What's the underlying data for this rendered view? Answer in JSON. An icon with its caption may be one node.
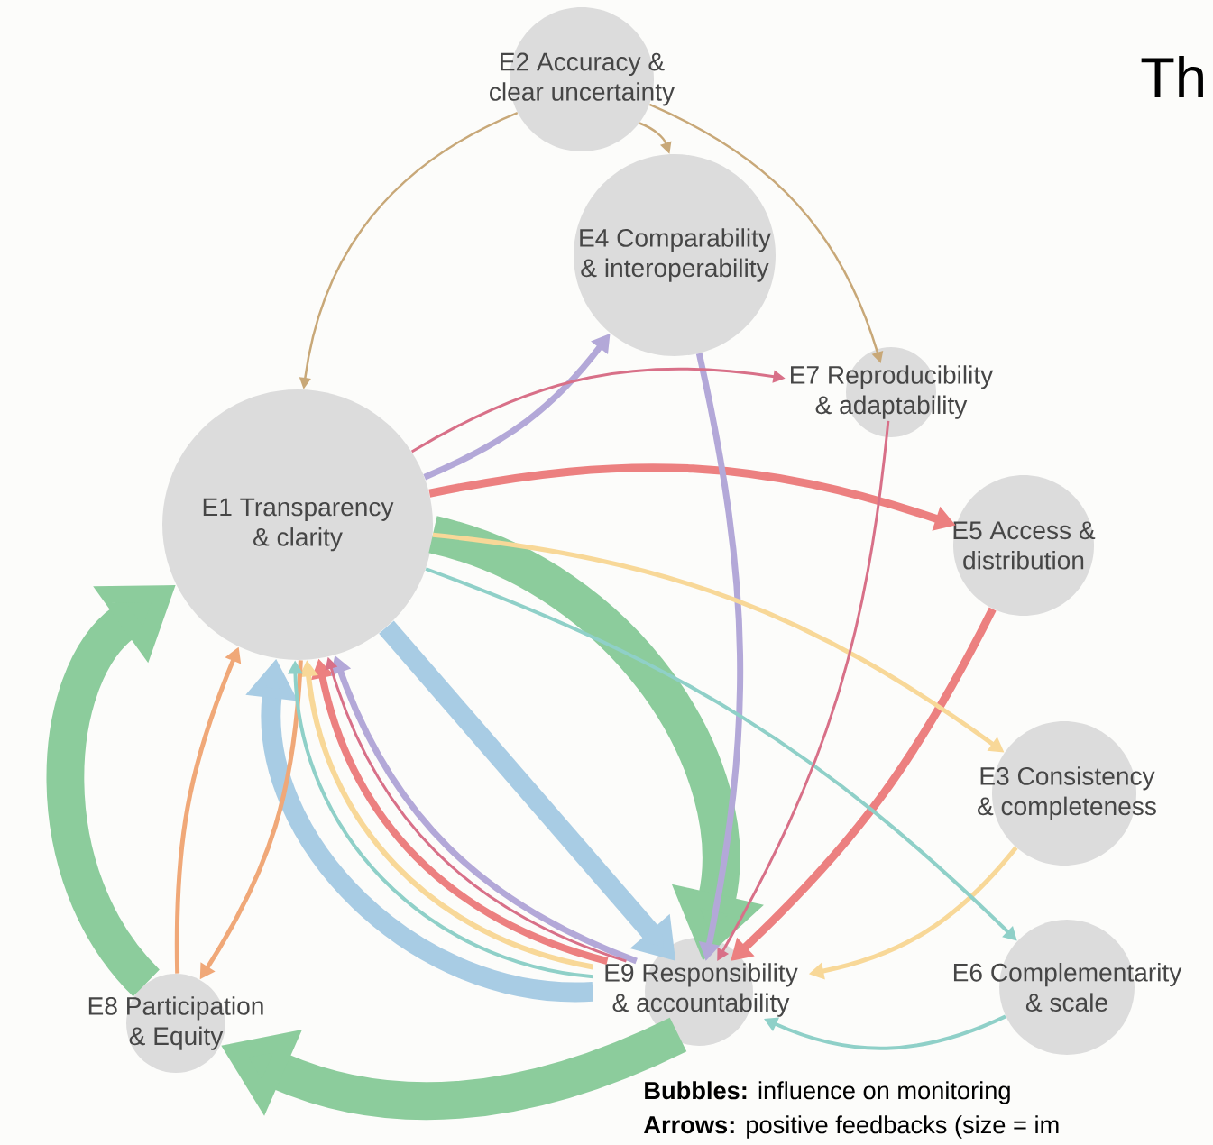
{
  "diagram": {
    "title": "Th",
    "nodes": [
      {
        "text": [
          "E1 Transparency & clarity"
        ]
      },
      {
        "text": [
          "E2 Accuracy & clear uncertainty"
        ]
      },
      {
        "text": [
          "E4 Comparability & interoperability"
        ]
      },
      {
        "text": [
          "E7 Reproducibility & adaptability"
        ]
      },
      {
        "text": [
          "E5 Access & distribution"
        ]
      },
      {
        "text": [
          "E3 Consistency & completeness"
        ]
      },
      {
        "text": [
          "E6 Complementarity & scale"
        ]
      },
      {
        "text": [
          "E9 Responsibility & accountability"
        ]
      },
      {
        "text": [
          "E8 Participation & Equity"
        ]
      }
    ],
    "edges": [
      {
        "from": 1,
        "to": 0,
        "arrow": "to",
        "color": "#c8a878"
      },
      {
        "from": 1,
        "to": 2,
        "arrow": "to",
        "color": "#c8a878"
      },
      {
        "from": 1,
        "to": 3,
        "arrow": "to",
        "color": "#c8a878"
      },
      {
        "from": 0,
        "to": 2,
        "arrow": "to",
        "color": "#b3a8d8"
      },
      {
        "from": 0,
        "to": 3,
        "arrow": "to",
        "color": "#d87088"
      },
      {
        "from": 0,
        "to": 4,
        "arrow": "to",
        "style": "thick",
        "color": "#ec8080"
      },
      {
        "from": 0,
        "to": 5,
        "arrow": "to",
        "color": "#f8d898"
      },
      {
        "from": 0,
        "to": 6,
        "arrow": "to",
        "color": "#8fd0c8"
      },
      {
        "from": 0,
        "to": 7,
        "arrow": "to",
        "style": "thick",
        "color": "#8ccc9c"
      },
      {
        "from": 0,
        "to": 7,
        "arrow": "to",
        "style": "thick",
        "color": "#a8cce4"
      },
      {
        "from": 7,
        "to": 0,
        "arrow": "to",
        "style": "thick",
        "color": "#a8cce4"
      },
      {
        "from": 7,
        "to": 0,
        "arrow": "to",
        "color": "#8fd0c8"
      },
      {
        "from": 7,
        "to": 0,
        "arrow": "to",
        "color": "#f8d898"
      },
      {
        "from": 7,
        "to": 0,
        "arrow": "to",
        "color": "#ec8080"
      },
      {
        "from": 7,
        "to": 0,
        "arrow": "to",
        "color": "#d87088"
      },
      {
        "from": 7,
        "to": 0,
        "arrow": "to",
        "color": "#b3a8d8"
      },
      {
        "from": 2,
        "to": 7,
        "arrow": "to",
        "color": "#b3a8d8"
      },
      {
        "from": 3,
        "to": 7,
        "arrow": "to",
        "color": "#d87088"
      },
      {
        "from": 4,
        "to": 7,
        "arrow": "to",
        "style": "thick",
        "color": "#ec8080"
      },
      {
        "from": 5,
        "to": 7,
        "arrow": "to",
        "color": "#f8d898"
      },
      {
        "from": 6,
        "to": 7,
        "arrow": "to",
        "color": "#8fd0c8"
      },
      {
        "from": 7,
        "to": 8,
        "arrow": "to",
        "style": "thick",
        "color": "#8ccc9c"
      },
      {
        "from": 8,
        "to": 0,
        "arrow": "to",
        "style": "thick",
        "color": "#8ccc9c"
      },
      {
        "from": 8,
        "to": 0,
        "arrow": "to",
        "color": "#f0a878"
      },
      {
        "from": 0,
        "to": 8,
        "arrow": "to",
        "color": "#f0a878"
      }
    ],
    "labels": [
      "**Bubbles:** influence on monitoring",
      "**Arrows:** positive feedbacks (size = im"
    ]
  }
}
